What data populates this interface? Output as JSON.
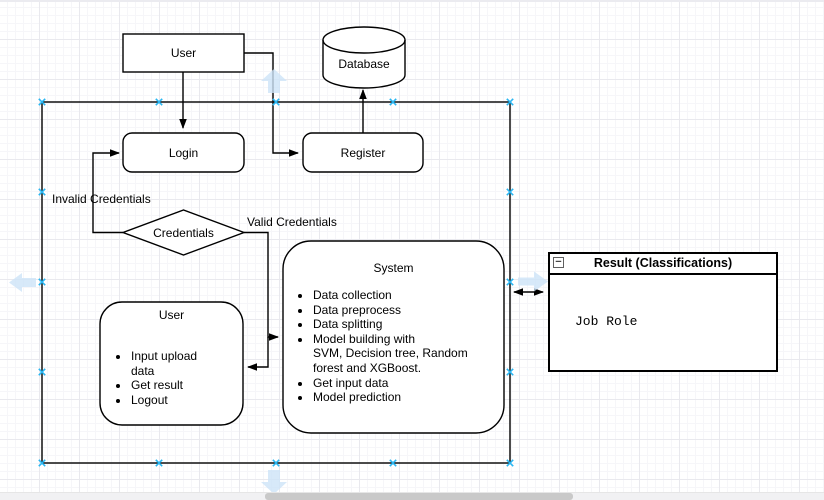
{
  "colors": {
    "stroke": "#000000",
    "shape_fill": "#ffffff",
    "handle_accent": "#29b6f2",
    "nav_arrow": "#cde4f7",
    "grid_major": "#e9e9ee",
    "grid_minor": "#f6f6f9"
  },
  "nodes": {
    "user_top": {
      "label": "User"
    },
    "database": {
      "label": "Database"
    },
    "login": {
      "label": "Login"
    },
    "register": {
      "label": "Register"
    },
    "credentials": {
      "label": "Credentials"
    },
    "system": {
      "title": "System",
      "items": [
        "Data collection",
        "Data preprocess",
        "Data splitting",
        "Model building with\nSVM, Decision tree, Random\nforest and XGBoost.",
        "Get input data",
        "Model prediction"
      ]
    },
    "user_actor": {
      "title": "User",
      "items": [
        "Input upload\ndata",
        "Get result",
        "Logout"
      ]
    }
  },
  "edge_labels": {
    "invalid": "Invalid Credentials",
    "valid": "Valid Credentials"
  },
  "result_panel": {
    "title": "Result (Classifications)",
    "body": "Job Role",
    "collapse_glyph": "−"
  }
}
